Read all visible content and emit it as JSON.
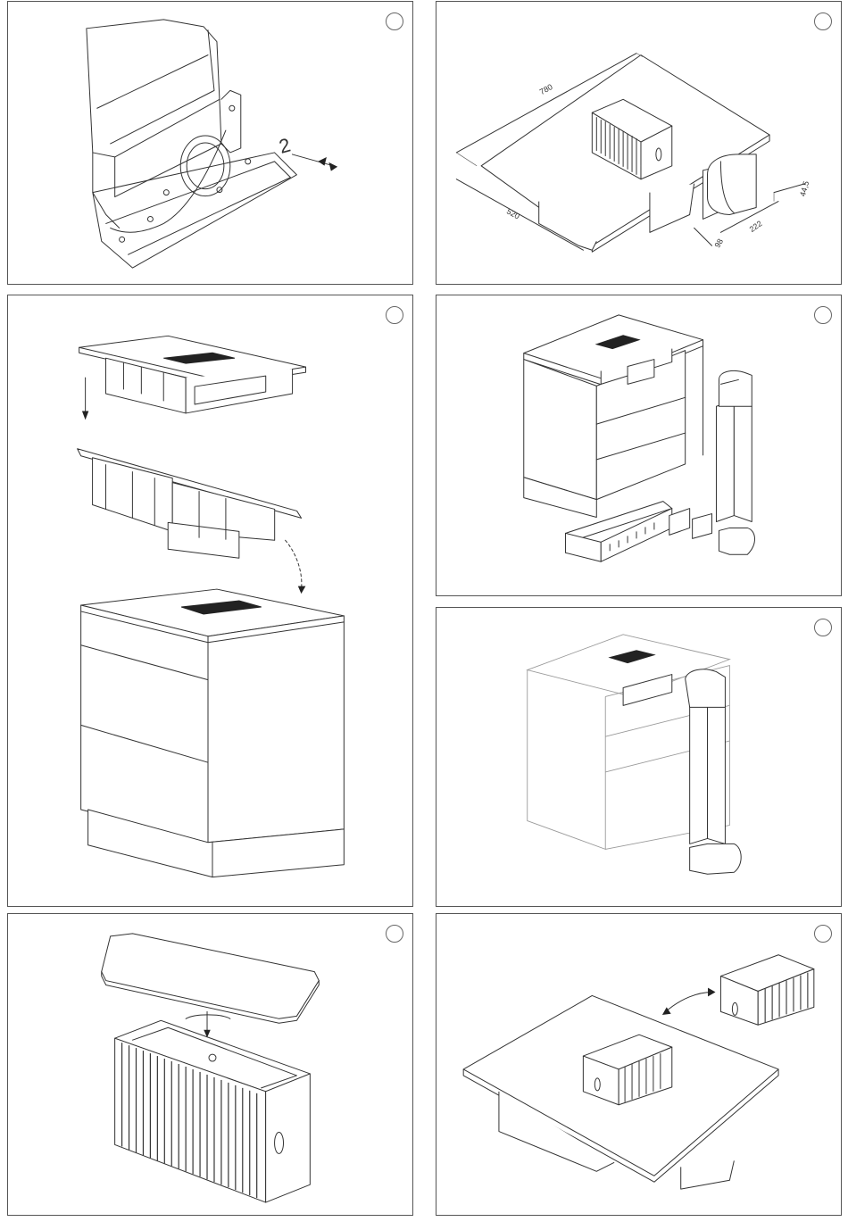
{
  "steps": [
    {
      "id": "p1",
      "label": "",
      "callout": "2"
    },
    {
      "id": "p2",
      "label": "",
      "dimensions": [
        "780",
        "520",
        "44,5",
        "222",
        "98"
      ]
    },
    {
      "id": "p3",
      "label": ""
    },
    {
      "id": "p4",
      "label": ""
    },
    {
      "id": "p5",
      "label": ""
    },
    {
      "id": "p6",
      "label": ""
    },
    {
      "id": "p7",
      "label": ""
    }
  ],
  "colors": {
    "line": "#333333",
    "border": "#555555",
    "background": "#ffffff"
  }
}
